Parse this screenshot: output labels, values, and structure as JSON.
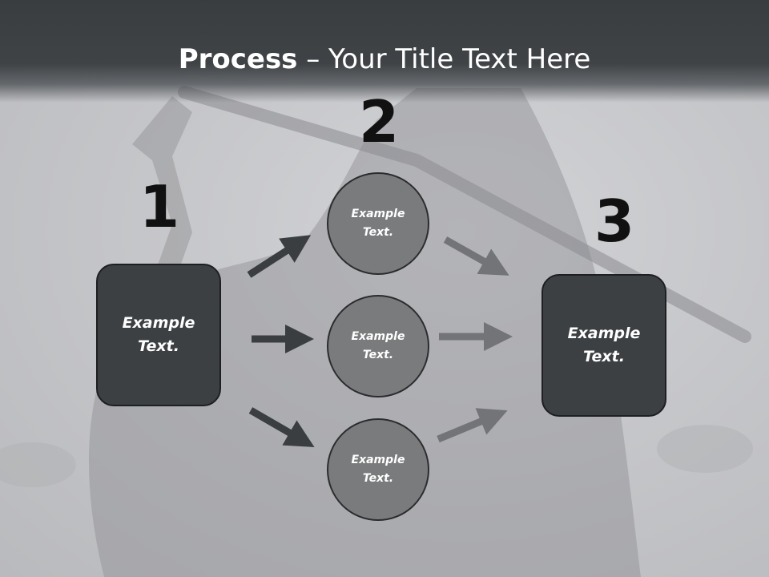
{
  "title": {
    "bold": "Process",
    "rest": " – Your Title Text Here"
  },
  "colors": {
    "dark_box": "#3c4043",
    "circle": "#7a7b7d",
    "arrow_dark": "#3a3e41",
    "arrow_light": "#727477",
    "number": "#111111"
  },
  "steps": [
    {
      "number": "1",
      "line1": "Example",
      "line2": "Text."
    },
    {
      "number": "2",
      "items": [
        {
          "line1": "Example",
          "line2": "Text."
        },
        {
          "line1": "Example",
          "line2": "Text."
        },
        {
          "line1": "Example",
          "line2": "Text."
        }
      ]
    },
    {
      "number": "3",
      "line1": "Example",
      "line2": "Text."
    }
  ]
}
